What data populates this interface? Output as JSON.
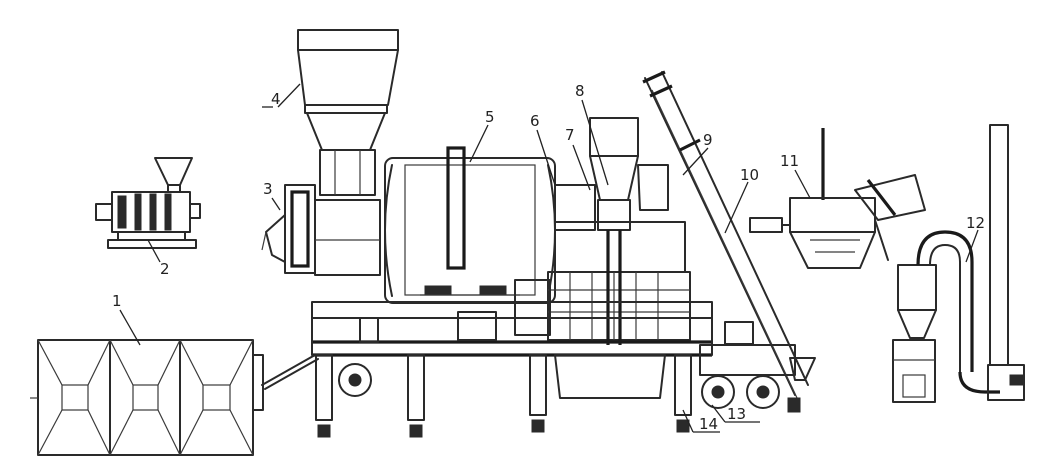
{
  "callouts": [
    {
      "id": "c1",
      "number": "1"
    },
    {
      "id": "c2",
      "number": "2"
    },
    {
      "id": "c3",
      "number": "3"
    },
    {
      "id": "c4",
      "number": "4"
    },
    {
      "id": "c5",
      "number": "5"
    },
    {
      "id": "c6",
      "number": "6"
    },
    {
      "id": "c7",
      "number": "7"
    },
    {
      "id": "c8",
      "number": "8"
    },
    {
      "id": "c9",
      "number": "9"
    },
    {
      "id": "c10",
      "number": "10"
    },
    {
      "id": "c11",
      "number": "11"
    },
    {
      "id": "c12",
      "number": "12"
    },
    {
      "id": "c13",
      "number": "13"
    },
    {
      "id": "c14",
      "number": "14"
    }
  ],
  "colors": {
    "line": "#2a2a2a",
    "background": "#ffffff"
  }
}
